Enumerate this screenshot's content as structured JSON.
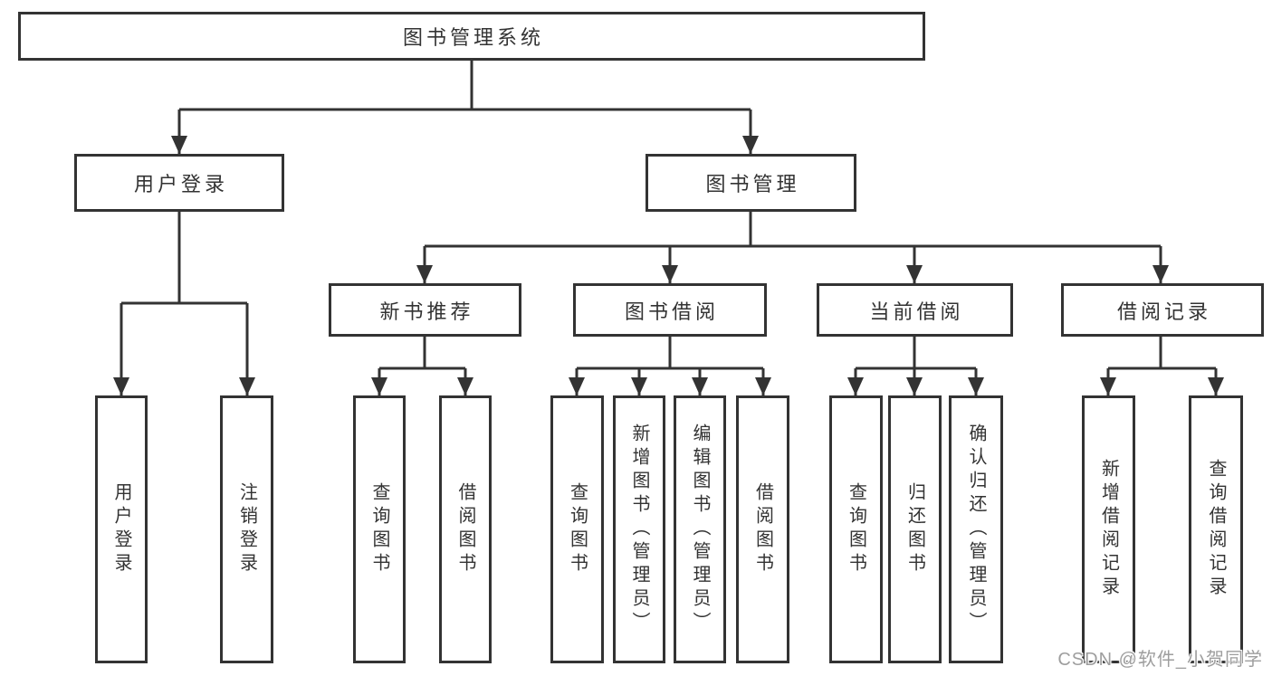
{
  "colors": {
    "line": "#333333",
    "text": "#333333",
    "background": "#ffffff",
    "watermark_text": "#9e9e9e"
  },
  "watermark": {
    "text": "CSDN @软件_小贺同学"
  },
  "tree": {
    "label": "图书管理系统",
    "children": [
      {
        "label": "用户登录",
        "children": [
          {
            "label": "用户登录"
          },
          {
            "label": "注销登录"
          }
        ]
      },
      {
        "label": "图书管理",
        "children": [
          {
            "label": "新书推荐",
            "children": [
              {
                "label": "查询图书"
              },
              {
                "label": "借阅图书"
              }
            ]
          },
          {
            "label": "图书借阅",
            "children": [
              {
                "label": "查询图书"
              },
              {
                "label": "新增图书（管理员）"
              },
              {
                "label": "编辑图书（管理员）"
              },
              {
                "label": "借阅图书"
              }
            ]
          },
          {
            "label": "当前借阅",
            "children": [
              {
                "label": "查询图书"
              },
              {
                "label": "归还图书"
              },
              {
                "label": "确认归还（管理员）"
              }
            ]
          },
          {
            "label": "借阅记录",
            "children": [
              {
                "label": "新增借阅记录"
              },
              {
                "label": "查询借阅记录"
              }
            ]
          }
        ]
      }
    ]
  }
}
